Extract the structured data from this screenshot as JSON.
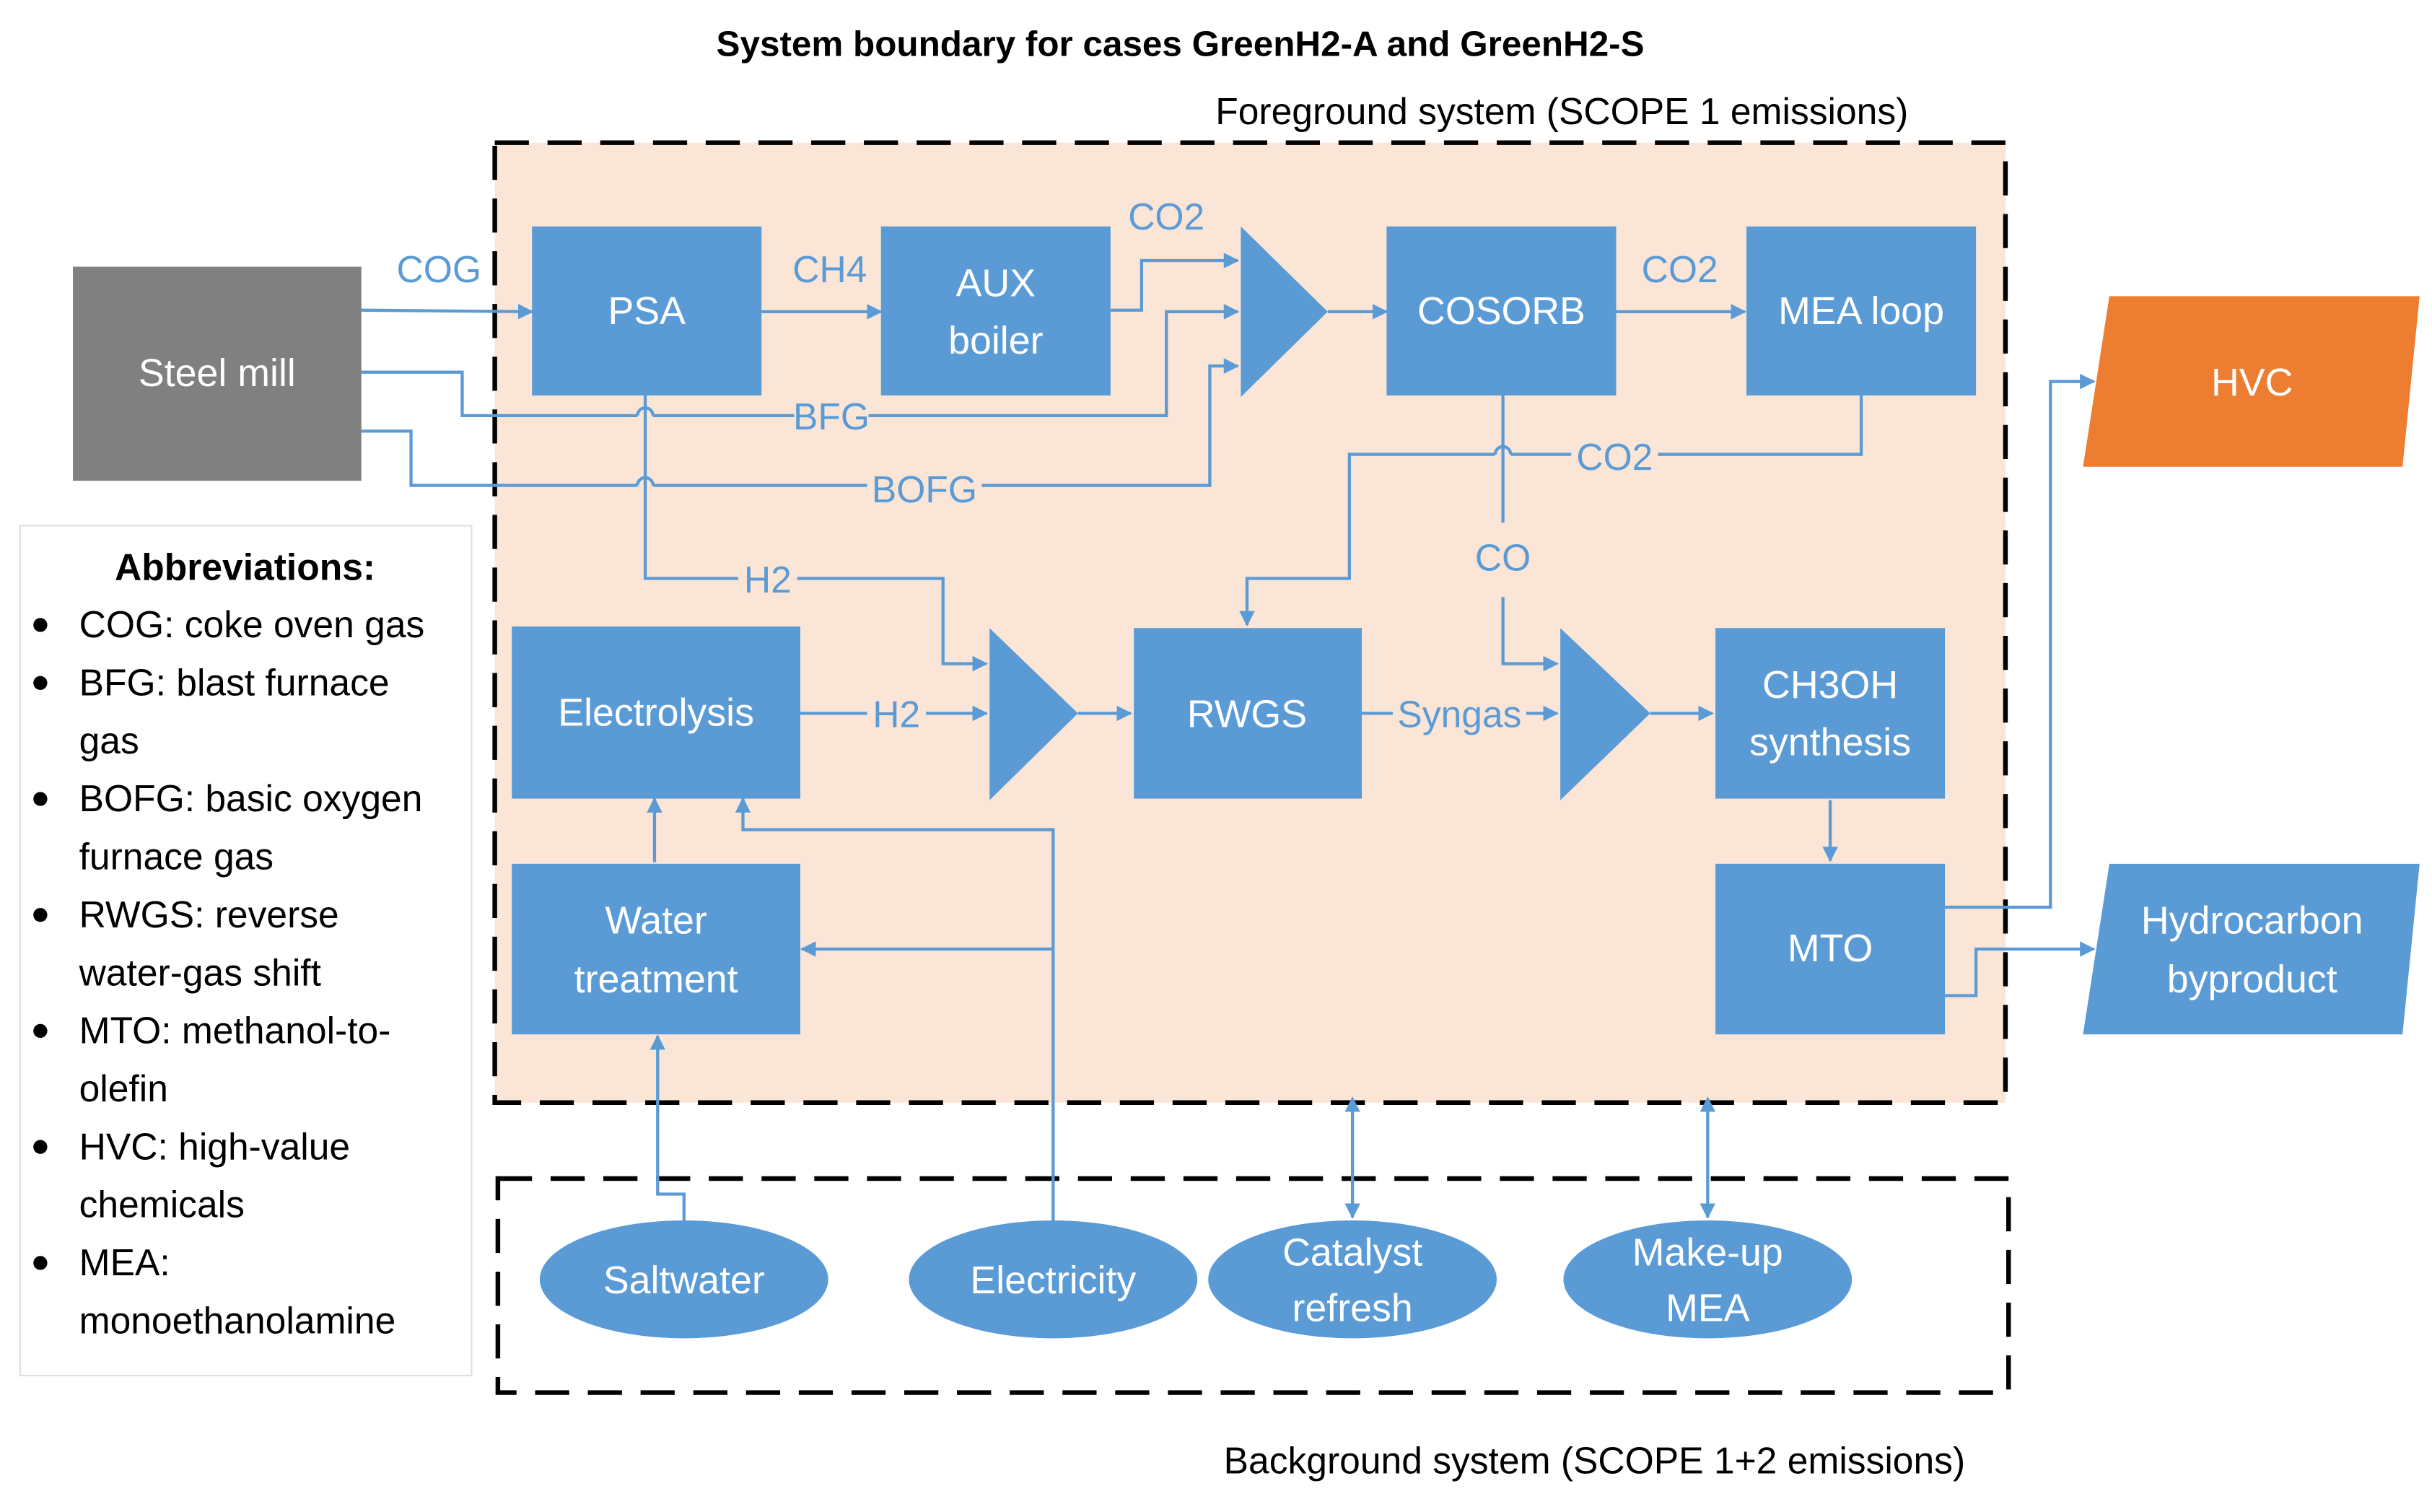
{
  "title": "System boundary for cases GreenH2-A and GreenH2-S",
  "foreground_label": "Foreground system (SCOPE 1 emissions)",
  "background_label": "Background system (SCOPE 1+2 emissions)",
  "colors": {
    "process": "#5b9bd5",
    "source": "#808080",
    "hvc_product": "#ed7d31",
    "foreground_fill": "#fbe5d6",
    "boundary": "#000000"
  },
  "nodes": {
    "steel_mill": "Steel mill",
    "psa": "PSA",
    "aux_boiler": [
      "AUX",
      "boiler"
    ],
    "cosorb": "COSORB",
    "mea_loop": "MEA loop",
    "electrolysis": "Electrolysis",
    "water_treatment": [
      "Water",
      "treatment"
    ],
    "rwgs": "RWGS",
    "ch3oh": [
      "CH3OH",
      "synthesis"
    ],
    "mto": "MTO",
    "hvc": "HVC",
    "hydrocarbon": [
      "Hydrocarbon",
      "byproduct"
    ],
    "saltwater": "Saltwater",
    "electricity": "Electricity",
    "catalyst": [
      "Catalyst",
      "refresh"
    ],
    "makeup_mea": [
      "Make-up",
      "MEA"
    ]
  },
  "flows": {
    "cog": "COG",
    "ch4": "CH4",
    "co2_aux": "CO2",
    "bfg": "BFG",
    "bofg": "BOFG",
    "co2_cosorb": "CO2",
    "co2_recycle": "CO2",
    "co": "CO",
    "h2_psa": "H2",
    "h2_electrolysis": "H2",
    "syngas": "Syngas"
  },
  "abbreviations": {
    "heading": "Abbreviations:",
    "items": [
      [
        "COG: coke oven gas"
      ],
      [
        "BFG: blast furnace",
        "gas"
      ],
      [
        "BOFG: basic oxygen",
        "furnace gas"
      ],
      [
        "RWGS: reverse",
        "water-gas shift"
      ],
      [
        "MTO: methanol-to-",
        "olefin"
      ],
      [
        "HVC: high-value",
        "chemicals"
      ],
      [
        "MEA:",
        "monoethanolamine"
      ]
    ]
  }
}
